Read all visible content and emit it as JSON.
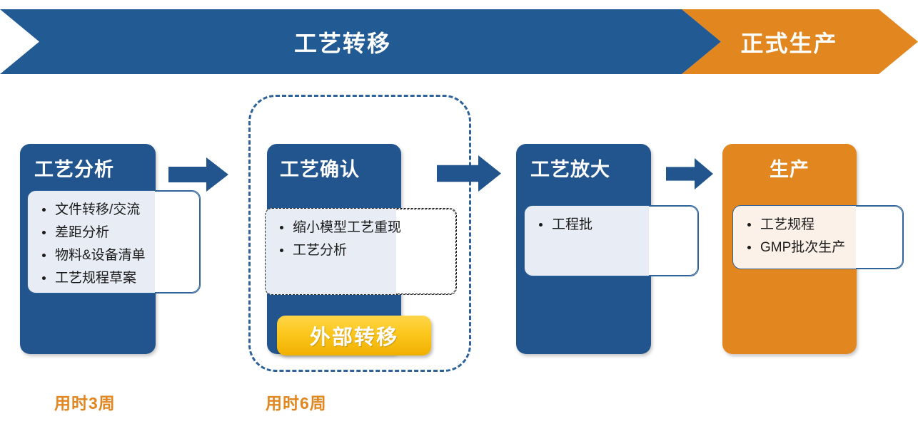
{
  "header": {
    "phases": [
      {
        "id": "process-transfer",
        "label": "工艺转移",
        "color": "#225A94"
      },
      {
        "id": "formal-production",
        "label": "正式生产",
        "color": "#E2861F"
      }
    ]
  },
  "stages": [
    {
      "id": "process-analysis",
      "title": "工艺分析",
      "color": "#22558D",
      "items": [
        "文件转移/交流",
        "差距分析",
        "物料&设备清单",
        "工艺规程草案"
      ]
    },
    {
      "id": "process-confirmation",
      "title": "工艺确认",
      "color": "#22558D",
      "items": [
        "缩小模型工艺重现",
        "工艺分析"
      ],
      "badge": {
        "label": "外部转移",
        "color": "#FCC81F"
      }
    },
    {
      "id": "process-scaleup",
      "title": "工艺放大",
      "color": "#22558D",
      "items": [
        "工程批"
      ]
    },
    {
      "id": "production",
      "title": "生产",
      "color": "#E2861F",
      "items": [
        "工艺规程",
        "GMP批次生产"
      ]
    }
  ],
  "connectors": [
    {
      "id": "arrow-1",
      "icon": "right-arrow-icon"
    },
    {
      "id": "arrow-2",
      "icon": "right-arrow-icon"
    },
    {
      "id": "arrow-3",
      "icon": "right-arrow-icon"
    }
  ],
  "durations": [
    {
      "id": "duration-stage-1",
      "label": "用时3周",
      "color": "#E2861F"
    },
    {
      "id": "duration-stage-2",
      "label": "用时6周",
      "color": "#E2861F"
    }
  ],
  "group": {
    "id": "external-transfer-group",
    "style": "dashed",
    "color": "#2E6299"
  }
}
